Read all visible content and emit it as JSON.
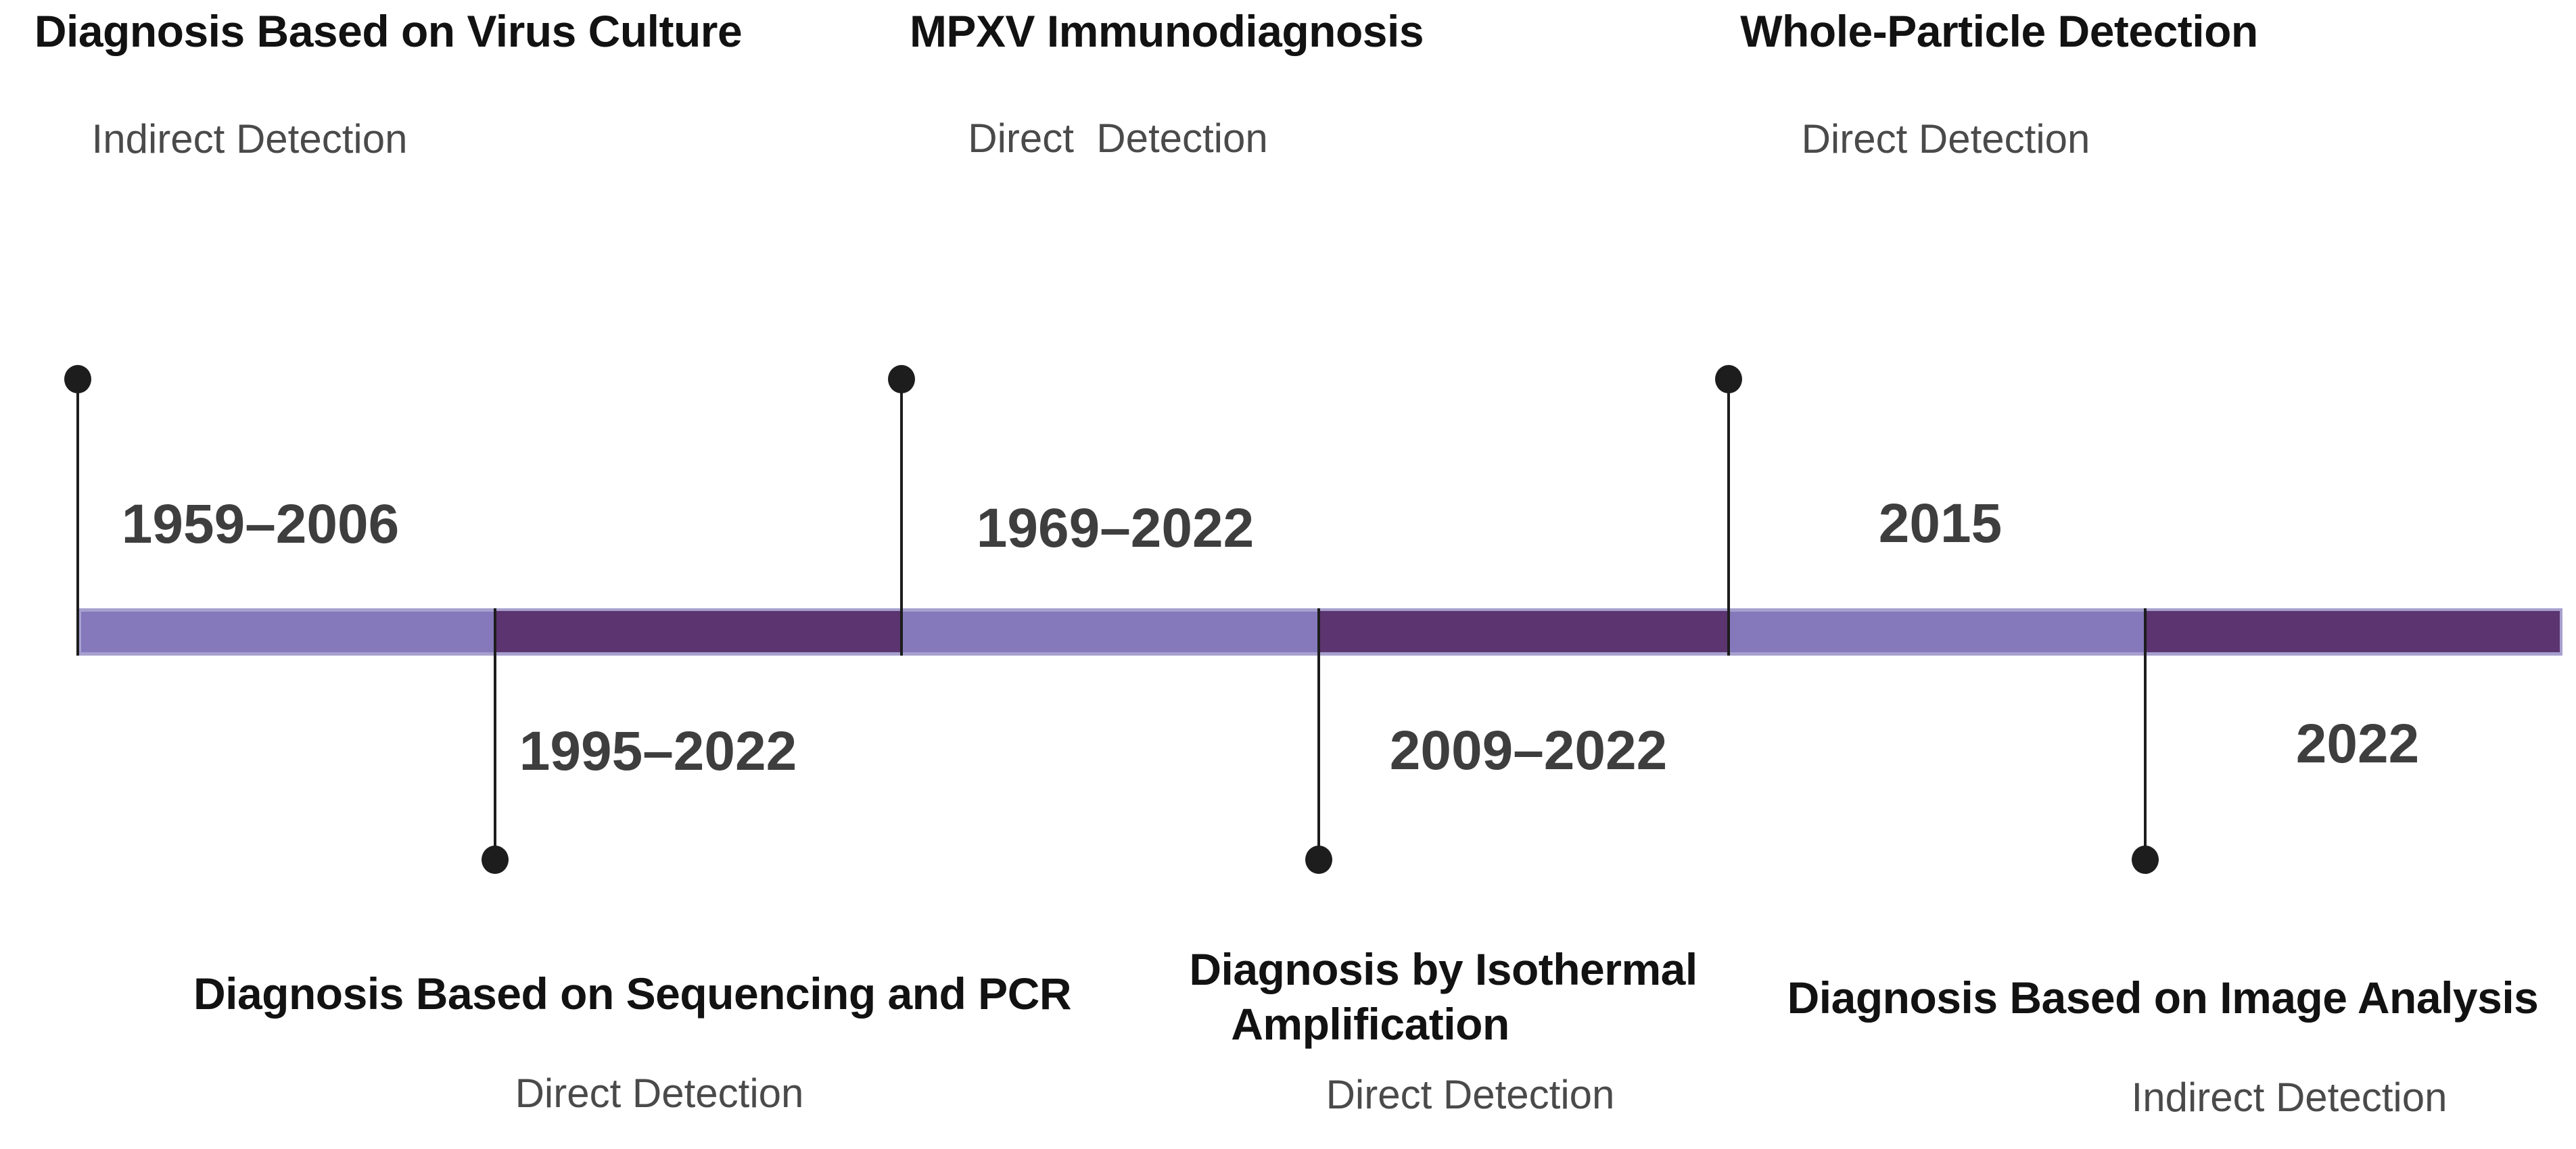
{
  "figure_type": "timeline",
  "colors": {
    "background": "#ffffff",
    "bar_light_purple": "#8579bc",
    "bar_light_edge": "#a7a0ce",
    "bar_dark_purple": "#5b3470",
    "stem_and_dot": "#1d1d1d",
    "title_text": "#121212",
    "period_text": "#3e3e3e",
    "detection_text": "#4a4a4a"
  },
  "top_methods": [
    {
      "title": "Diagnosis Based on Virus Culture",
      "detection": "Indirect Detection",
      "period": "1959–2006"
    },
    {
      "title": "MPXV Immunodiagnosis",
      "detection": "Direct  Detection",
      "period": "1969–2022"
    },
    {
      "title": "Whole-Particle Detection",
      "detection": "Direct Detection",
      "period": "2015"
    }
  ],
  "bottom_methods": [
    {
      "title": "Diagnosis Based on Sequencing and PCR",
      "detection": "Direct Detection",
      "period": "1995–2022"
    },
    {
      "title_line1": "Diagnosis by Isothermal",
      "title_line2": "Amplification",
      "detection": "Direct Detection",
      "period": "2009–2022"
    },
    {
      "title": "Diagnosis Based on Image Analysis",
      "detection": "Indirect Detection",
      "period": "2022"
    }
  ]
}
